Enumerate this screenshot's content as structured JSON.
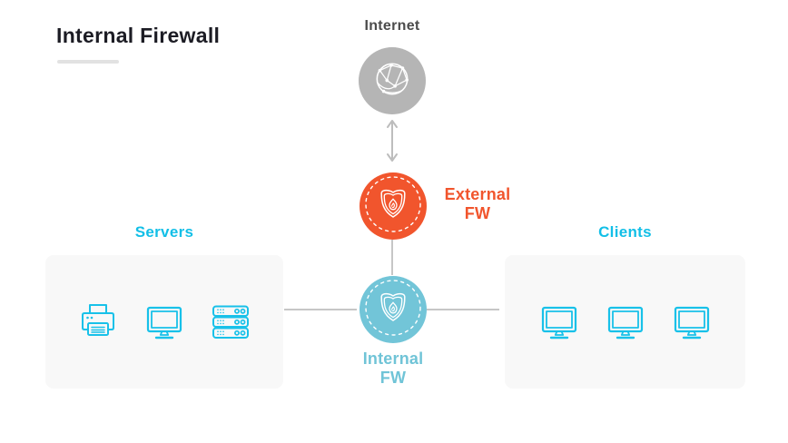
{
  "header": {
    "title": "Internal Firewall"
  },
  "colors": {
    "accent_orange": "#F1552D",
    "accent_light_blue": "#72C5D8",
    "accent_cyan": "#12BFE7",
    "internet_node_gray": "#B5B5B5",
    "connector_gray": "#C6C6C6",
    "panel_background": "#F8F8F8",
    "title_text": "#1C1C24",
    "internet_label_text": "#4B4B4B"
  },
  "diagram": {
    "internet": {
      "label": "Internet",
      "icon": "globe-network-icon"
    },
    "external_fw": {
      "label_line1": "External",
      "label_line2": "FW",
      "icon": "shield-flame-icon"
    },
    "internal_fw": {
      "label_line1": "Internal",
      "label_line2": "FW",
      "icon": "shield-flame-icon"
    },
    "servers": {
      "label": "Servers",
      "icons": [
        "printer-icon",
        "desktop-monitor-icon",
        "server-rack-icon"
      ]
    },
    "clients": {
      "label": "Clients",
      "icons": [
        "desktop-monitor-icon",
        "desktop-monitor-icon",
        "desktop-monitor-icon"
      ]
    }
  }
}
